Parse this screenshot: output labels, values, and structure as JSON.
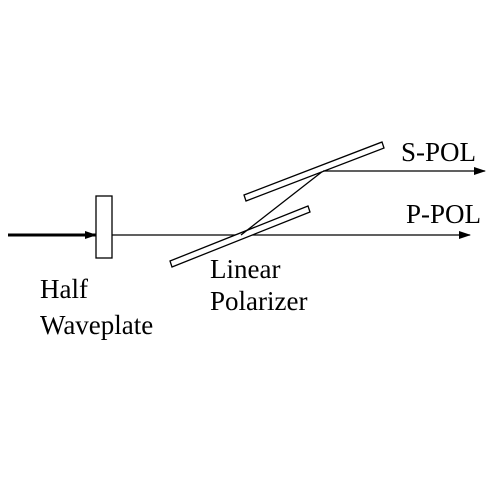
{
  "labels": {
    "s_pol": "S-POL",
    "p_pol": "P-POL",
    "half": "Half",
    "waveplate": "Waveplate",
    "linear": "Linear",
    "polarizer": "Polarizer"
  },
  "colors": {
    "ink": "#000000",
    "background": "#ffffff"
  }
}
